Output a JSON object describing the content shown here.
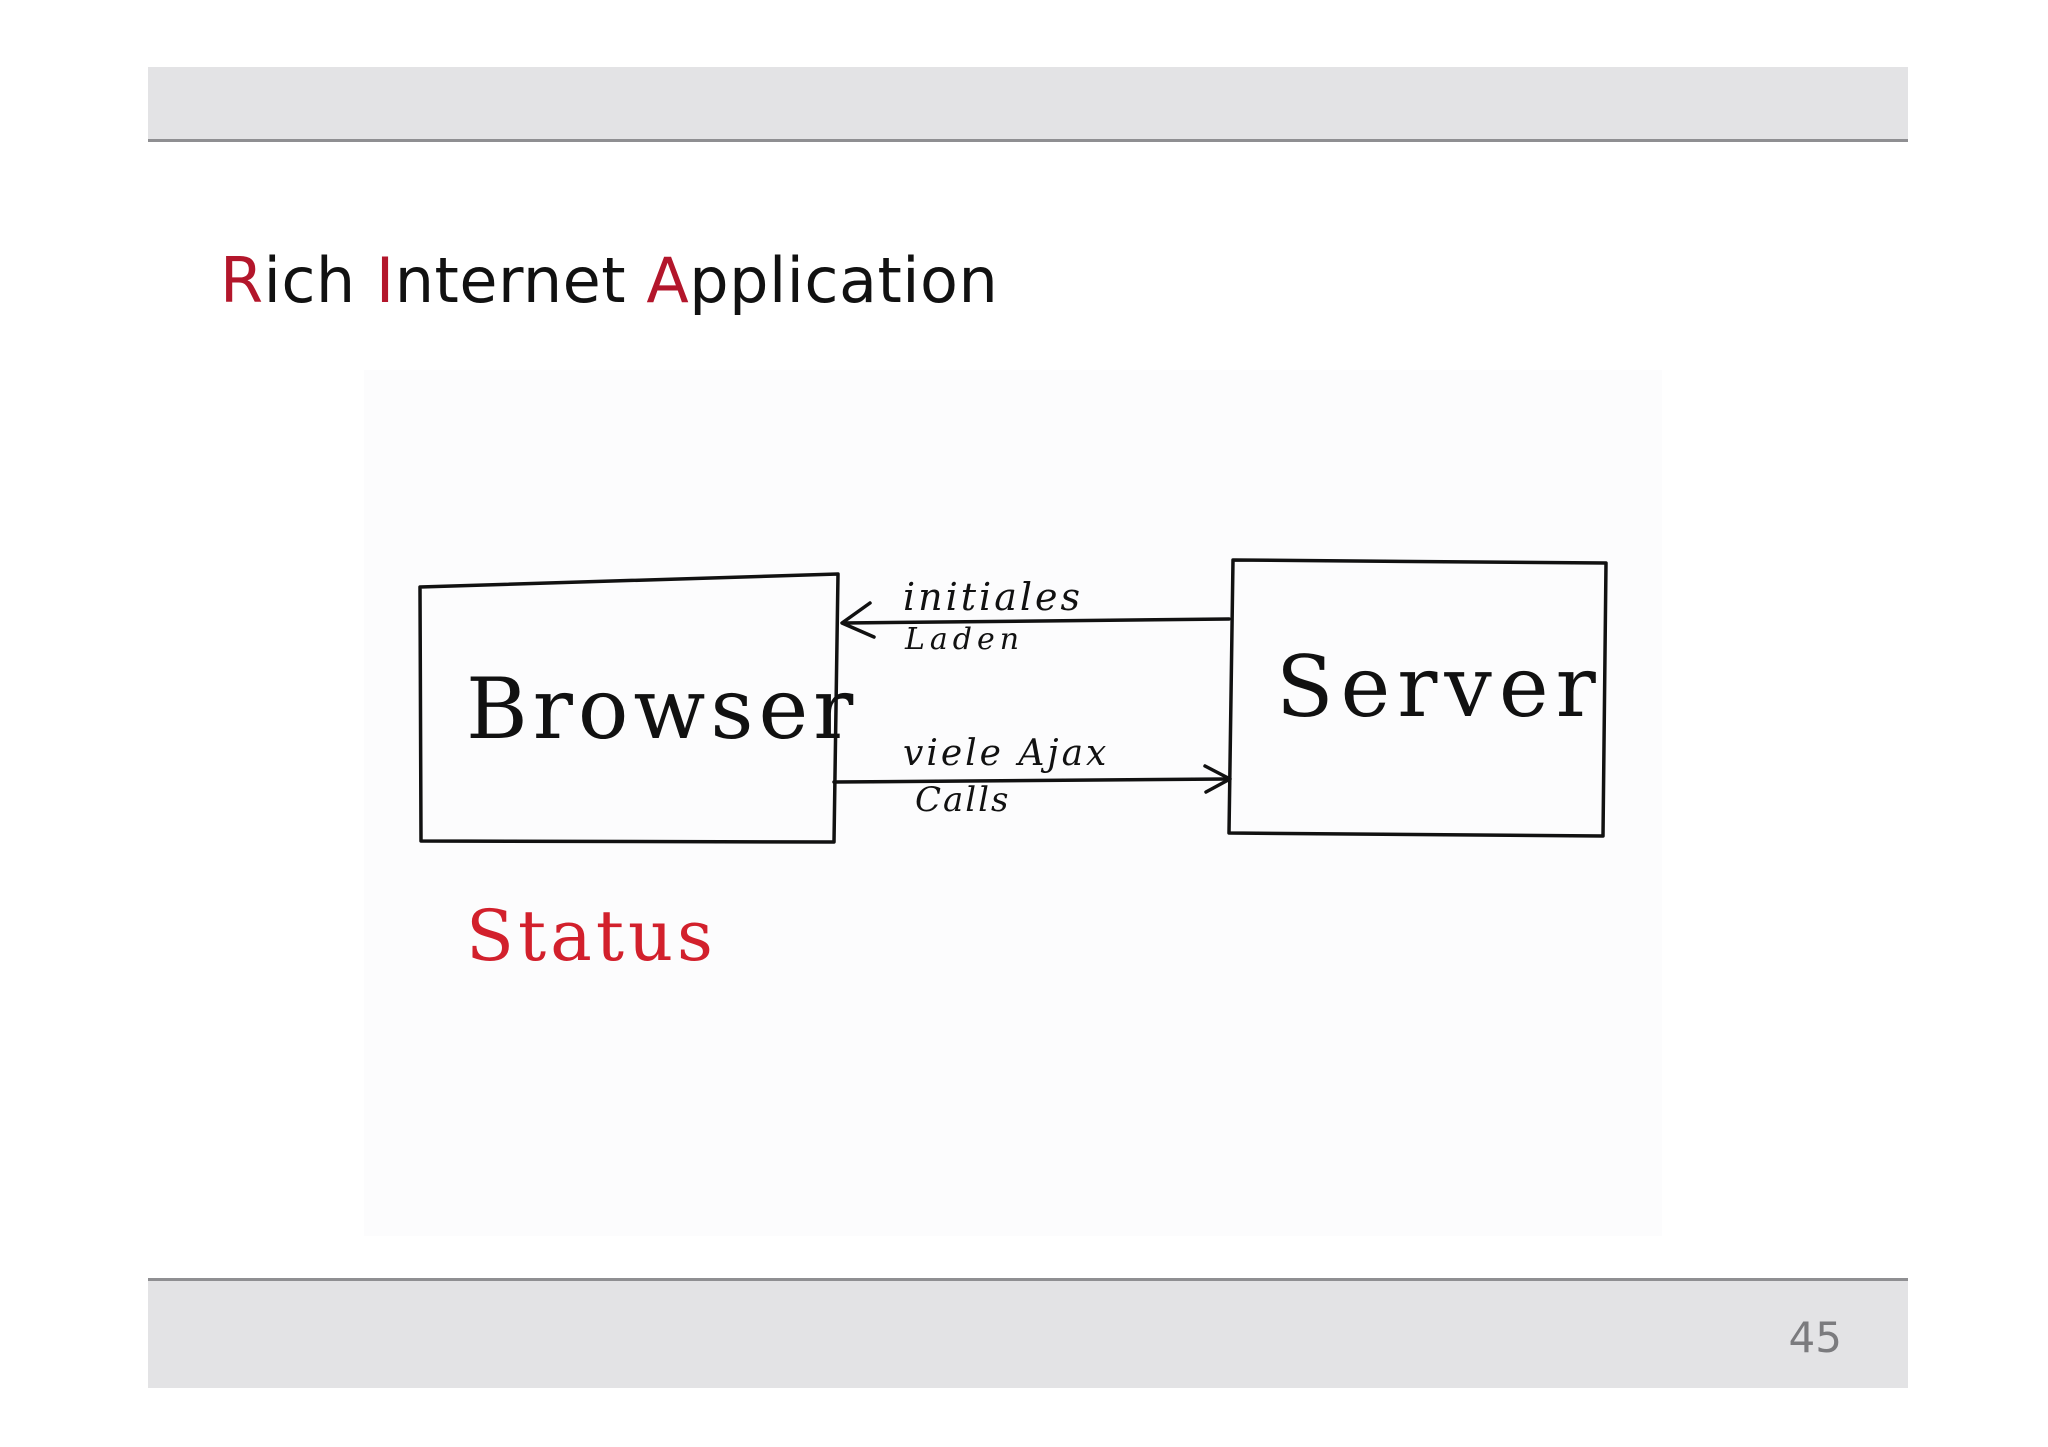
{
  "slide": {
    "title_parts": [
      {
        "text": "R",
        "accent": true
      },
      {
        "text": "ich ",
        "accent": false
      },
      {
        "text": "I",
        "accent": true
      },
      {
        "text": "nternet ",
        "accent": false
      },
      {
        "text": "A",
        "accent": true
      },
      {
        "text": "pplication",
        "accent": false
      }
    ],
    "page_number": "45",
    "accent_color": "#b3162b"
  },
  "diagram": {
    "nodes": {
      "browser": "Browser",
      "server": "Server"
    },
    "edges": {
      "initial_load_line1": "initiales",
      "initial_load_line2": "Laden",
      "ajax_calls_line1": "viele Ajax",
      "ajax_calls_line2": "Calls"
    },
    "note": "Status",
    "note_color": "#d2202c"
  }
}
